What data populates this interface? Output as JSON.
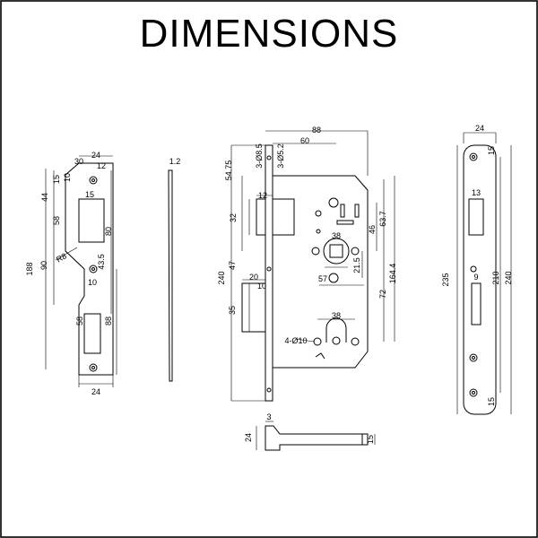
{
  "title": "DIMENSIONS",
  "labels": {
    "strike": {
      "w24": "24",
      "d30": "30",
      "d12": "12",
      "d15": "15",
      "d10": "10",
      "d44": "44",
      "d15b": "15",
      "d58": "58",
      "d80": "80",
      "d90": "90",
      "d188": "188",
      "d43_5": "43.5",
      "d10b": "10",
      "d58b": "58",
      "d88": "88",
      "d24b": "24",
      "r8": "R8"
    },
    "plate": {
      "t1_2": "1.2"
    },
    "body": {
      "d88": "88",
      "d60": "60",
      "d3_8_5": "3-Ø8.5",
      "d3_5_2": "3-Ø5.2",
      "d54_75": "54.75",
      "d12": "12",
      "d32": "32",
      "d240": "240",
      "d47": "47",
      "d20": "20",
      "d10": "10",
      "d35": "35",
      "d38": "38",
      "d46": "46",
      "d63_7": "63.7",
      "d21_5": "21.5",
      "d57": "57",
      "d164_4": "164.4",
      "d72": "72",
      "d38b": "38",
      "d4_10": "4-Ø10"
    },
    "bolt": {
      "d3": "3",
      "d24": "24",
      "d15": "15"
    },
    "face": {
      "d24": "24",
      "d15t": "15",
      "d13": "13",
      "d235": "235",
      "d210": "210",
      "d240": "240",
      "d9": "9",
      "d15b": "15"
    }
  }
}
